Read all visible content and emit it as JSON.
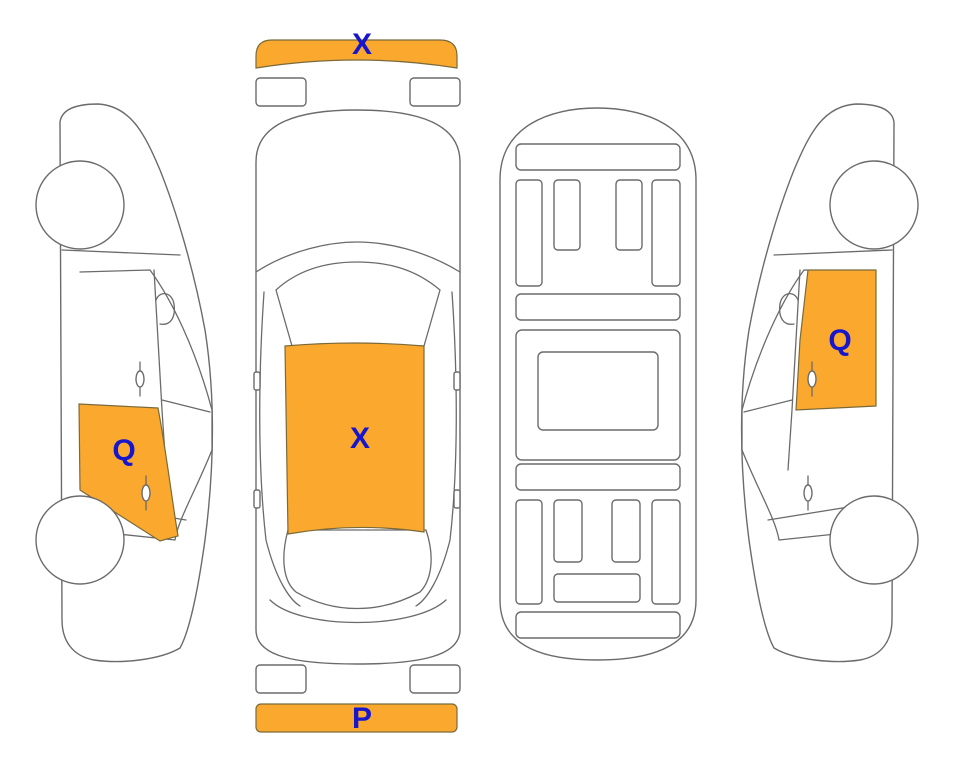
{
  "colors": {
    "damaged_panel": "#FBA92E",
    "label_text": "#1616CC",
    "outline": "#6B6B6B"
  },
  "legend_codes": {
    "roof": "X",
    "front_bumper": "X",
    "rear_bumper": "P",
    "left_rear_door": "Q",
    "right_front_door": "Q"
  },
  "panels": [
    {
      "panel": "front_bumper",
      "code": "X",
      "marked": true
    },
    {
      "panel": "roof",
      "code": "X",
      "marked": true
    },
    {
      "panel": "rear_bumper",
      "code": "P",
      "marked": true
    },
    {
      "panel": "left_rear_door",
      "code": "Q",
      "marked": true
    },
    {
      "panel": "right_front_door",
      "code": "Q",
      "marked": true
    }
  ]
}
